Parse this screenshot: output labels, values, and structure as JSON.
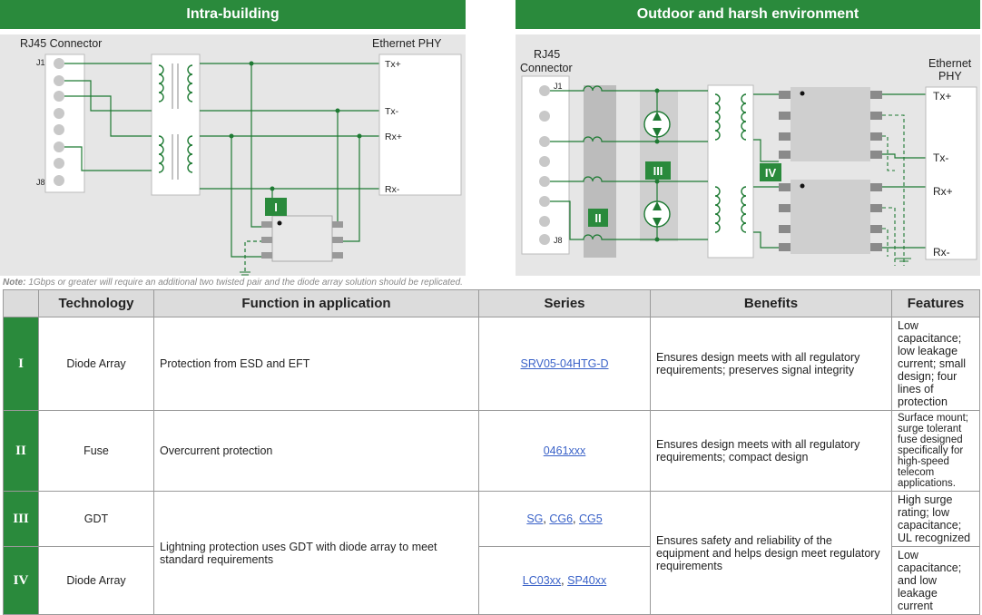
{
  "left_panel": {
    "title": "Intra-building",
    "connector_label": "RJ45 Connector",
    "phy_label": "Ethernet PHY",
    "pin_top": "J1",
    "pin_bottom": "J8",
    "signals": [
      "Tx+",
      "Tx-",
      "Rx+",
      "Rx-"
    ],
    "marker": "I"
  },
  "right_panel": {
    "title": "Outdoor and harsh environment",
    "connector_label_1": "RJ45",
    "connector_label_2": "Connector",
    "phy_label_1": "Ethernet",
    "phy_label_2": "PHY",
    "pin_top": "J1",
    "pin_bottom": "J8",
    "signals": [
      "Tx+",
      "Tx-",
      "Rx+",
      "Rx-"
    ],
    "markers": [
      "II",
      "III",
      "IV"
    ]
  },
  "note": {
    "prefix": "Note:",
    "text": " 1Gbps or greater will require an additional two twisted pair and the diode array solution should be replicated."
  },
  "table": {
    "headers": [
      "Technology",
      "Function in application",
      "Series",
      "Benefits",
      "Features"
    ],
    "rows": [
      {
        "num": "I",
        "technology": "Diode Array",
        "function": "Protection from ESD and EFT",
        "series": [
          "SRV05-04HTG-D"
        ],
        "benefits": "Ensures design meets with all regulatory requirements; preserves signal integrity",
        "features": "Low capacitance; low leakage current; small design; four lines of protection"
      },
      {
        "num": "II",
        "technology": "Fuse",
        "function": "Overcurrent protection",
        "series": [
          "0461xxx"
        ],
        "benefits": "Ensures design meets with all regulatory requirements; compact design",
        "features": "Surface mount; surge tolerant fuse designed specifically for high-speed telecom applications."
      },
      {
        "num": "III",
        "technology": "GDT",
        "function": "Lightning protection uses GDT with diode array to meet standard requirements",
        "series": [
          "SG",
          "CG6",
          "CG5"
        ],
        "benefits": "Ensures safety and reliability of the equipment and helps design meet regulatory requirements",
        "features": "High surge rating; low capacitance; UL recognized"
      },
      {
        "num": "IV",
        "technology": "Diode Array",
        "function": "",
        "series": [
          "LC03xx",
          "SP40xx"
        ],
        "benefits": "",
        "features": "Low capacitance; and low leakage current"
      }
    ]
  },
  "colors": {
    "accent_green": "#2a8a3c",
    "panel_bg": "#e6e6e6",
    "wire": "#1e7a33",
    "link": "#3a62c8"
  }
}
